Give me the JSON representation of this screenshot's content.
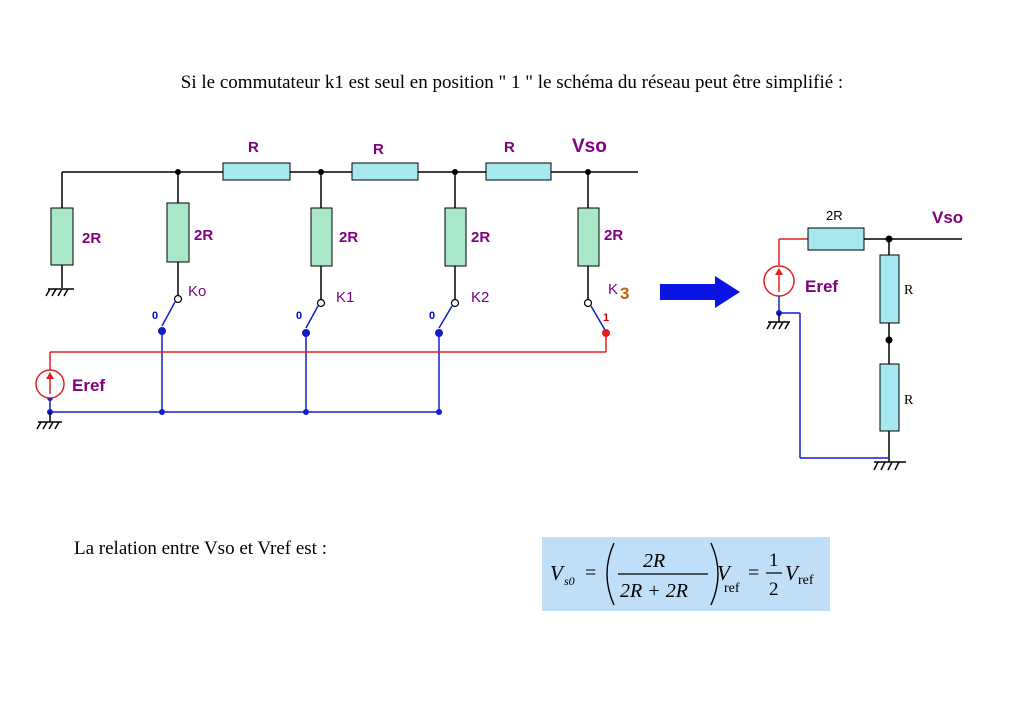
{
  "intro_text": "Si le commutateur k1 est seul en position \" 1 \" le schéma du réseau peut être simplifié :",
  "relation_text": "La relation entre Vso et Vref est :",
  "left_circuit": {
    "series_labels": [
      "R",
      "R",
      "R"
    ],
    "shunt_labels": [
      "2R",
      "2R",
      "2R",
      "2R",
      "2R"
    ],
    "output_label": "Vso",
    "switch_labels": [
      "Ko",
      "K1",
      "K2",
      "K"
    ],
    "switch_k3_digit": "3",
    "position_zero": "0",
    "position_one": "1",
    "source_label": "Eref"
  },
  "right_circuit": {
    "top_resistor": "2R",
    "output_label": "Vso",
    "source_label": "Eref",
    "lower_resistors": [
      "R",
      "R"
    ]
  },
  "formula": {
    "lhs_var": "V",
    "lhs_sub": "s0",
    "numerator": "2R",
    "denominator": "2R + 2R",
    "ref_var": "V",
    "ref_sub": "ref",
    "half_num": "1",
    "half_den": "2",
    "equals": "="
  },
  "colors": {
    "resistor_green": "#a8e8c8",
    "resistor_cyan": "#a8e8f0",
    "label_purple": "#800080",
    "wire_red": "#e02020",
    "wire_blue": "#1020c8",
    "arrow_blue": "#0a14e6",
    "formula_bg": "#bfdff8"
  }
}
